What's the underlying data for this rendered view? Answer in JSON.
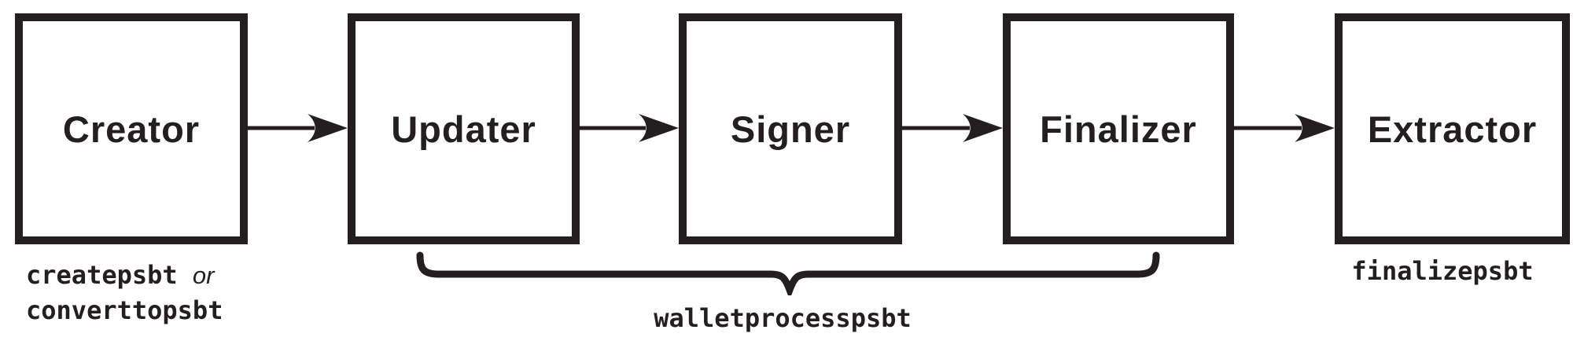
{
  "colors": {
    "ink": "#231f20",
    "background": "#ffffff"
  },
  "diagram": {
    "boxes": [
      {
        "label": "Creator"
      },
      {
        "label": "Updater"
      },
      {
        "label": "Signer"
      },
      {
        "label": "Finalizer"
      },
      {
        "label": "Extractor"
      }
    ],
    "labels": {
      "creator_code_1": "createpsbt",
      "creator_conjunction": "or",
      "creator_code_2": "converttopsbt",
      "wallet_process_code": "walletprocesspsbt",
      "extractor_code": "finalizepsbt"
    }
  }
}
